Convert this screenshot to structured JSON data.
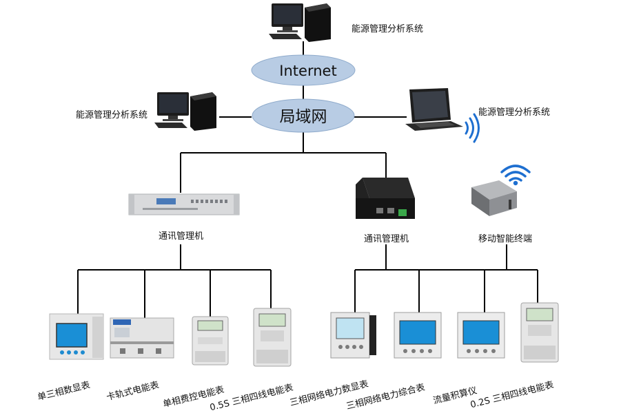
{
  "nodes": {
    "internet": "Internet",
    "lan": "局域网"
  },
  "labels": {
    "top_system": "能源管理分析系统",
    "left_system": "能源管理分析系统",
    "right_system": "能源管理分析系统",
    "comm_manager_left": "通讯管理机",
    "comm_manager_right": "通讯管理机",
    "mobile_terminal": "移动智能终端"
  },
  "devices": [
    "单三相数显表",
    "卡轨式电能表",
    "单相费控电能表",
    "0.5S 三相四线电能表",
    "三相网络电力数显表",
    "三相网络电力综合表",
    "流量积算仪",
    "0.2S 三相四线电能表"
  ],
  "colors": {
    "ellipse": "#b8cce4",
    "ellipse_stroke": "#8eaacb",
    "line": "#000000",
    "screen": "#1a8fd6",
    "wifi": "#1e6fd0"
  }
}
